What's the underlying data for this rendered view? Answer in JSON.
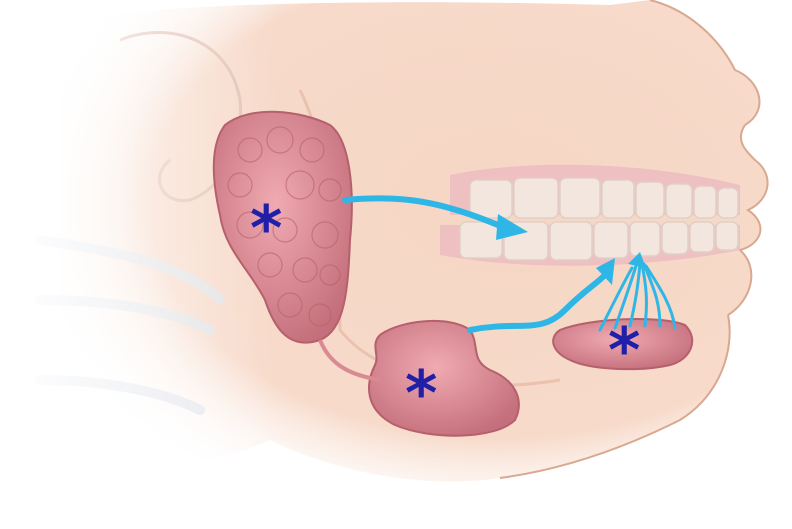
{
  "markers": [
    {
      "label": "*",
      "gland": "parotid-gland"
    },
    {
      "label": "*",
      "gland": "submandibular-gland"
    },
    {
      "label": "*",
      "gland": "sublingual-gland"
    }
  ],
  "colors": {
    "marker": "#1f1fa8",
    "duct_arrow": "#2eb7e6",
    "skin": "#f6d6c4",
    "skin_outline": "#d9a891",
    "gland": "#d98a93",
    "gland_dark": "#b5606c",
    "teeth": "#f3e6df",
    "gum": "#ecbcc0"
  }
}
